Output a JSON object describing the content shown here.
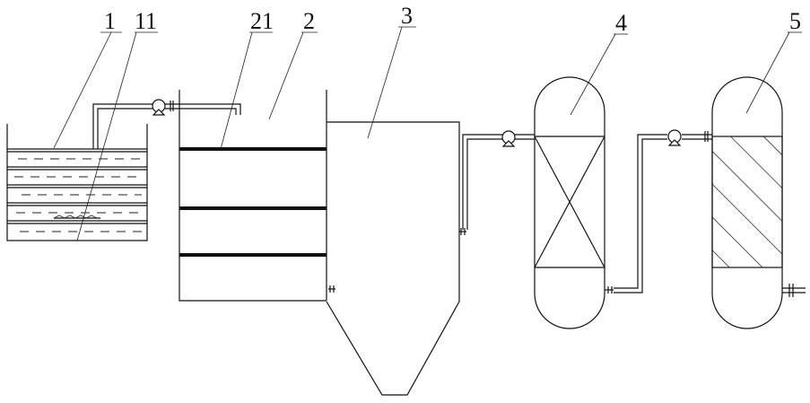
{
  "diagram": {
    "labels": {
      "tank_1": "1",
      "part_11": "11",
      "part_21": "21",
      "tank_2": "2",
      "tank_3": "3",
      "column_4": "4",
      "column_5": "5"
    }
  },
  "colors": {
    "line": "#111111",
    "background": "#ffffff"
  }
}
